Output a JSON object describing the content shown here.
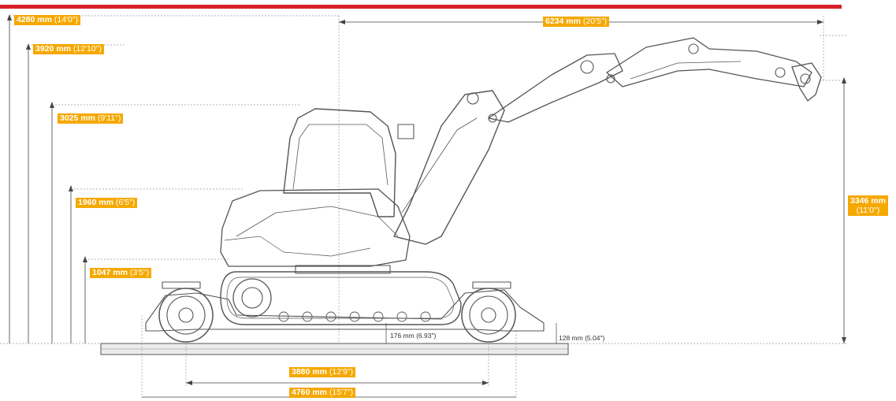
{
  "colors": {
    "accent_bar": "#d6202a",
    "label_bg": "#f5a800",
    "label_text": "#ffffff",
    "line": "#444444",
    "dotted": "#9a9a9a"
  },
  "dimensions": {
    "max_height": {
      "metric": "4280 mm",
      "imperial": "(14'0\")"
    },
    "cab_height": {
      "metric": "3920 mm",
      "imperial": "(12'10\")"
    },
    "height_3025": {
      "metric": "3025 mm",
      "imperial": "(9'11\")"
    },
    "body_height": {
      "metric": "1960 mm",
      "imperial": "(6'5\")"
    },
    "chassis_height": {
      "metric": "1047 mm",
      "imperial": "(3'5\")"
    },
    "reach": {
      "metric": "6234 mm",
      "imperial": "(20'5\")"
    },
    "right_height": {
      "metric": "3346 mm",
      "imperial": "(11'0\")"
    },
    "wheelbase": {
      "metric": "3880 mm",
      "imperial": "(12'9\")"
    },
    "overall_length": {
      "metric": "4760 mm",
      "imperial": "(15'7\")"
    },
    "ground_clearance": "176 mm (6.93\")",
    "wheel_clearance": "128 mm (5.04\")"
  }
}
